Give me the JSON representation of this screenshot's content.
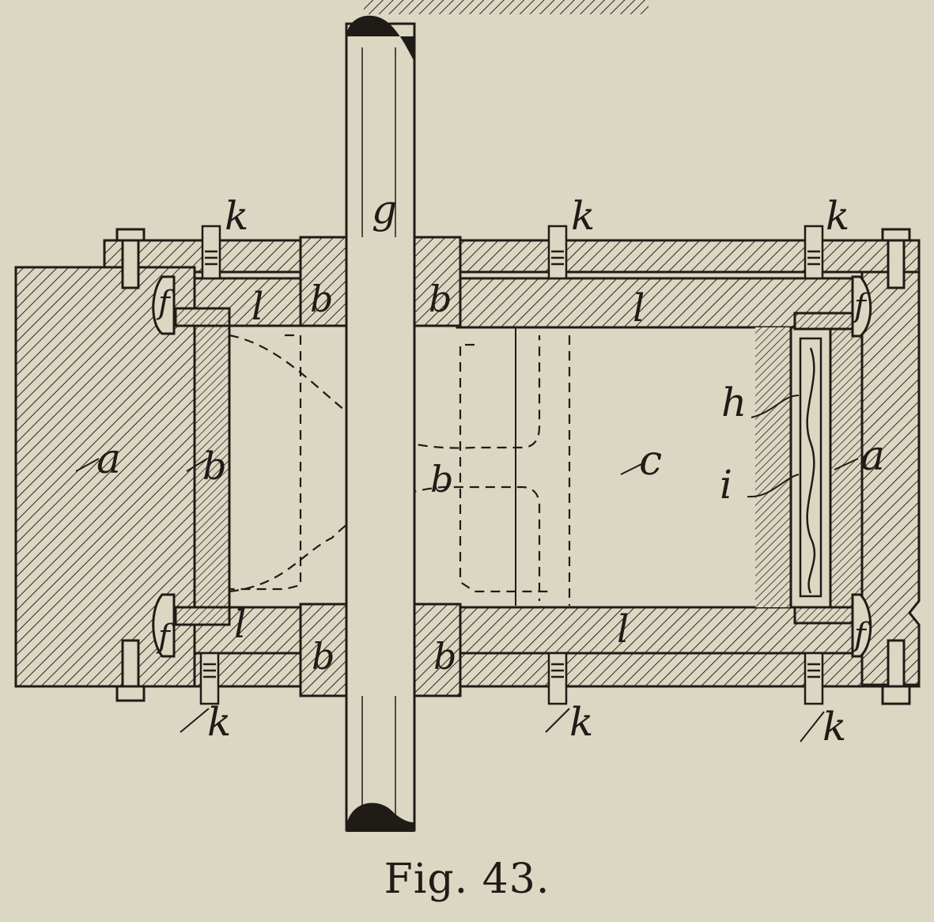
{
  "figure": {
    "caption": "Fig. 43.",
    "labels": {
      "a_left": "a",
      "a_right": "a",
      "b_left": "b",
      "b_top_left": "b",
      "b_top_right": "b",
      "b_bottom_left": "b",
      "b_bottom_right": "b",
      "b_center": "b",
      "c": "c",
      "l_top_left": "l",
      "l_top_right": "l",
      "l_bottom_left": "l",
      "l_bottom_right": "l",
      "g": "g",
      "h": "h",
      "i": "i",
      "f_top_left": "f",
      "f_top_right": "f",
      "f_bottom_left": "f",
      "f_bottom_right": "f",
      "k_top_1": "k",
      "k_top_2": "k",
      "k_top_3": "k",
      "k_bottom_1": "k",
      "k_bottom_2": "k",
      "k_bottom_3": "k"
    }
  }
}
